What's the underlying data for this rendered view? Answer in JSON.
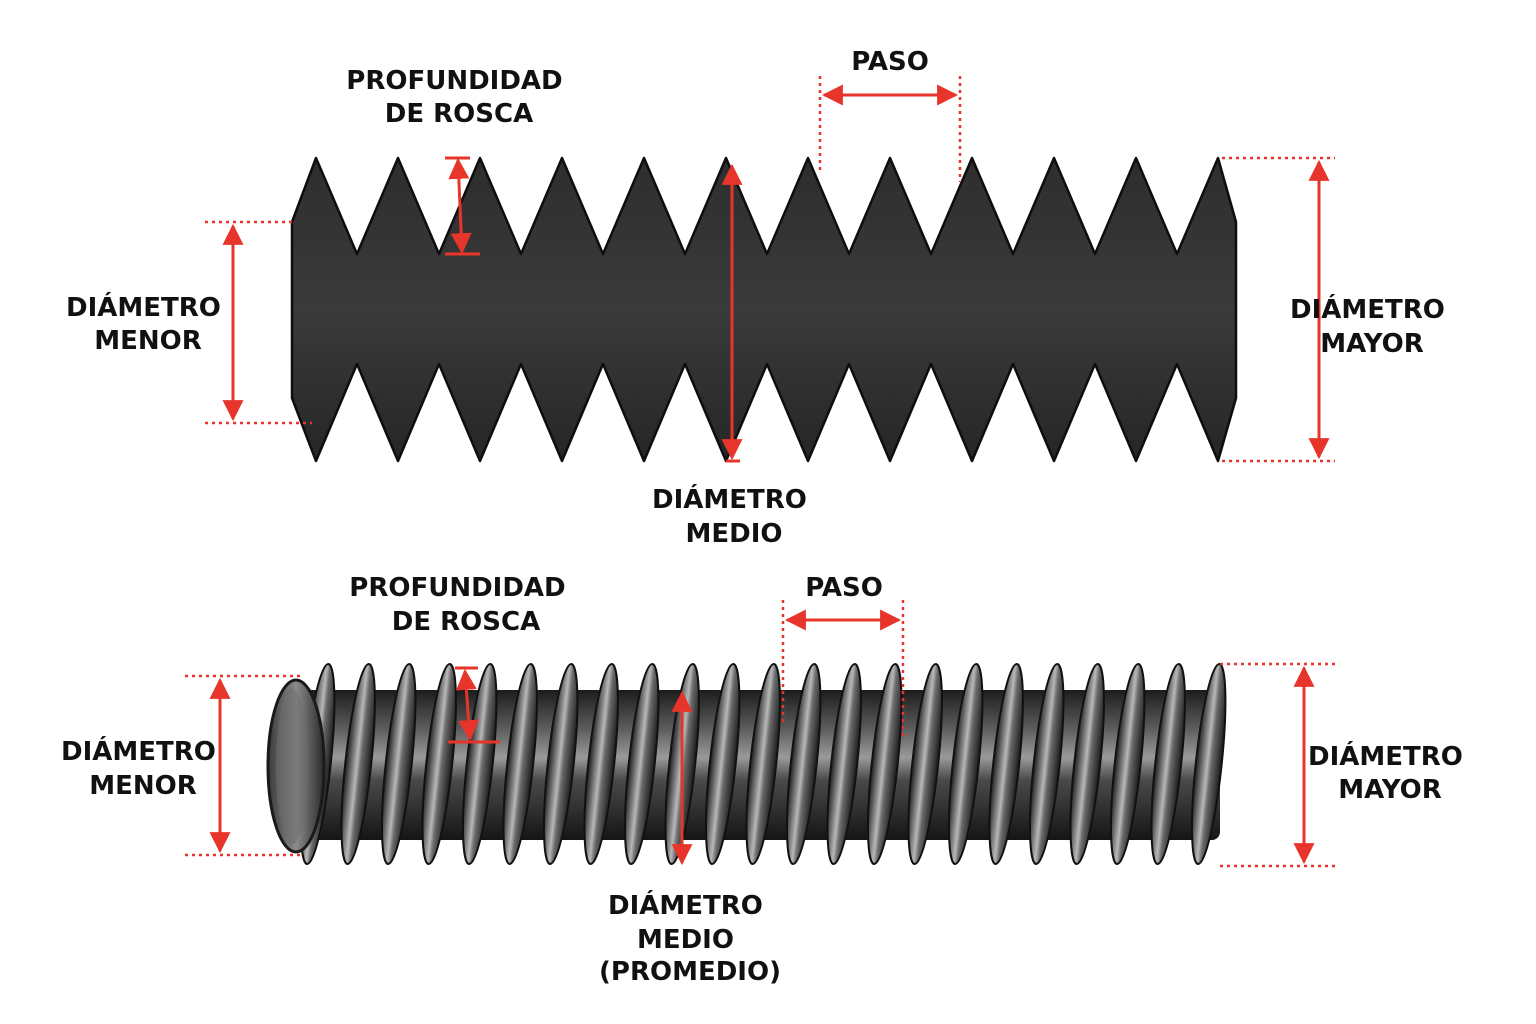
{
  "colors": {
    "accent": "#e8352b",
    "thread_dark": "#2b2b2b",
    "thread_light": "#8c8c8c",
    "background": "#ffffff"
  },
  "top_diagram": {
    "profundidad": [
      "PROFUNDIDAD",
      "DE ROSCA"
    ],
    "paso": "PASO",
    "diametro_menor": [
      "DIÁMETRO",
      "MENOR"
    ],
    "diametro_mayor": [
      "DIÁMETRO",
      "MAYOR"
    ],
    "diametro_medio": [
      "DIÁMETRO",
      "MEDIO"
    ]
  },
  "bottom_diagram": {
    "profundidad": [
      "PROFUNDIDAD",
      "DE ROSCA"
    ],
    "paso": "PASO",
    "diametro_menor": [
      "DIÁMETRO",
      "MENOR"
    ],
    "diametro_mayor": [
      "DIÁMETRO",
      "MAYOR"
    ],
    "diametro_medio": [
      "DIÁMETRO",
      "MEDIO",
      "(PROMEDIO)"
    ]
  }
}
